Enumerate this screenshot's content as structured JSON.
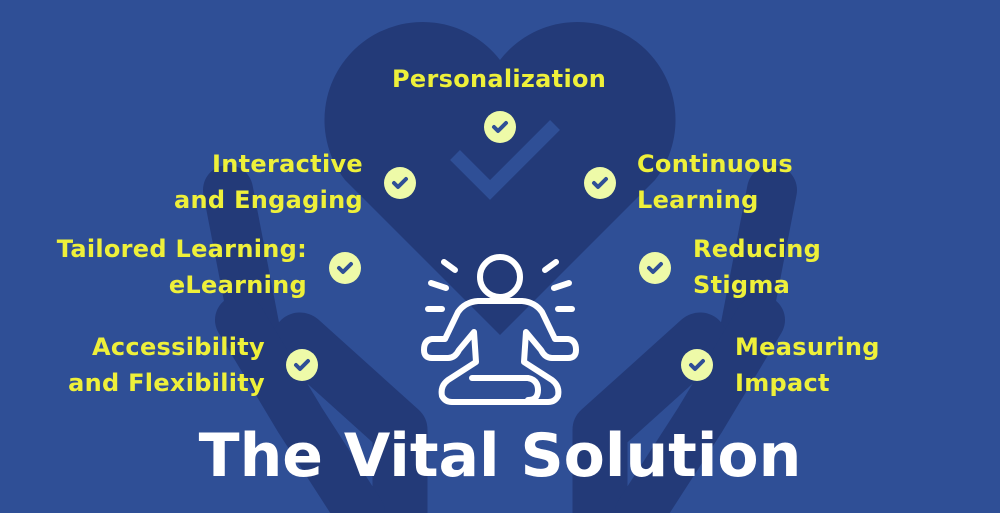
{
  "title": "The Vital Solution",
  "colors": {
    "background": "#2f4f96",
    "shape": "#233a78",
    "text": "#eef03a",
    "check": "#eefaa8"
  },
  "items": [
    {
      "lines": [
        "Personalization"
      ]
    },
    {
      "lines": [
        "Interactive",
        "and Engaging"
      ]
    },
    {
      "lines": [
        "Continuous",
        "Learning"
      ]
    },
    {
      "lines": [
        "Tailored Learning:",
        "eLearning"
      ]
    },
    {
      "lines": [
        "Reducing",
        "Stigma"
      ]
    },
    {
      "lines": [
        "Accessibility",
        "and Flexibility"
      ]
    },
    {
      "lines": [
        "Measuring",
        "Impact"
      ]
    }
  ]
}
